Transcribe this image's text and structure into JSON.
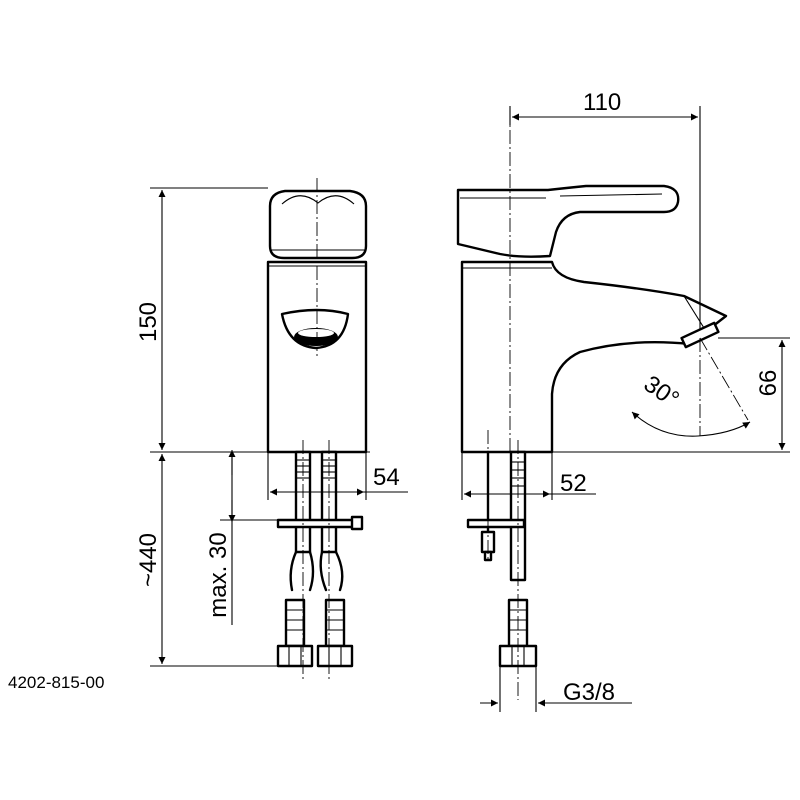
{
  "drawing_code": "4202-815-00",
  "dimensions": {
    "reach": "110",
    "height_body": "150",
    "installation_length": "~440",
    "max_deck_thickness": "max. 30",
    "base_width_front": "54",
    "base_width_side": "52",
    "spout_height": "66",
    "spout_angle": "30°",
    "thread": "G3/8"
  }
}
